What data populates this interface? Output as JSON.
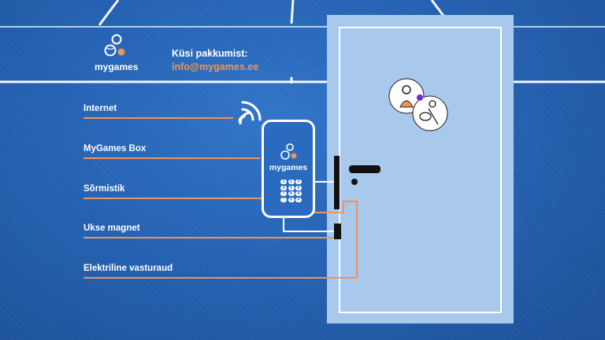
{
  "brand": {
    "name": "mygames",
    "accent": "#f0935a"
  },
  "offer": {
    "title": "Küsi pakkumist:",
    "email": "info@mygames.ee"
  },
  "labels": [
    {
      "id": "internet",
      "text": "Internet"
    },
    {
      "id": "mygames-box",
      "text": "MyGames Box"
    },
    {
      "id": "sormistik",
      "text": "Sõrmistik"
    },
    {
      "id": "ukse-magnet",
      "text": "Ukse magnet"
    },
    {
      "id": "elektriline-vasturaud",
      "text": "Elektriline vasturaud"
    }
  ],
  "box": {
    "name": "mygames",
    "keys": [
      "1",
      "2",
      "3",
      "4",
      "5",
      "6",
      "7",
      "8",
      "9",
      "*",
      "0",
      "#"
    ]
  },
  "colors": {
    "wire_orange": "#f0935a",
    "wire_white": "#ffffff",
    "door": "#a8c8ec",
    "court_line": "#ffffff"
  },
  "icons": {
    "wifi": "wifi-icon",
    "logo": "mygames-logo-icon",
    "sticker": "tennis-players-sticker-icon"
  }
}
